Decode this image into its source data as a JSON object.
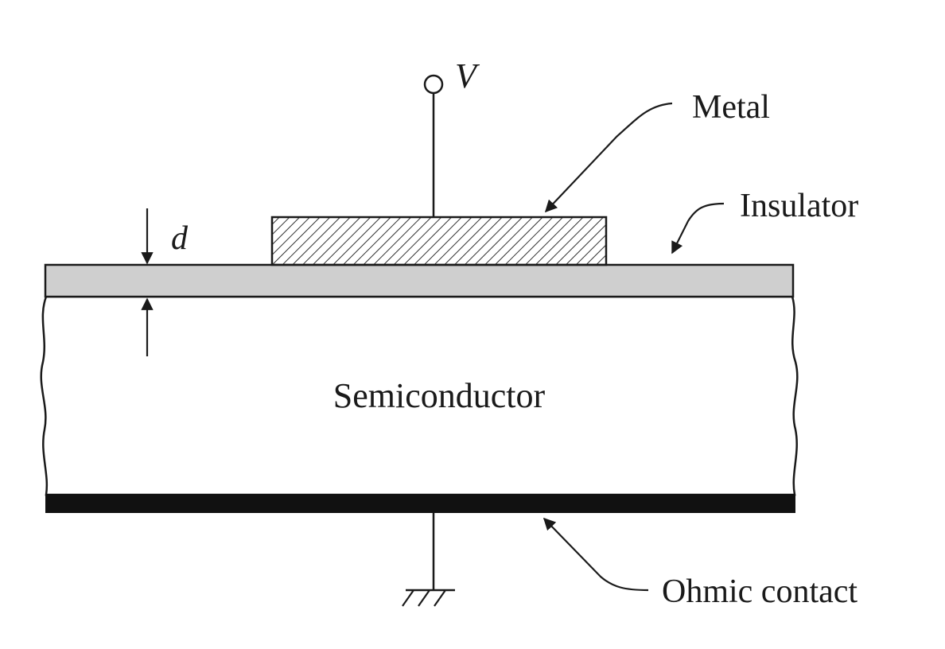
{
  "labels": {
    "voltage": "V",
    "metal": "Metal",
    "insulator": "Insulator",
    "thickness": "d",
    "semiconductor": "Semiconductor",
    "ohmic_contact": "Ohmic contact"
  },
  "colors": {
    "ink": "#1a1a1a",
    "insulator_fill": "#cfcfcf",
    "background": "#ffffff"
  }
}
